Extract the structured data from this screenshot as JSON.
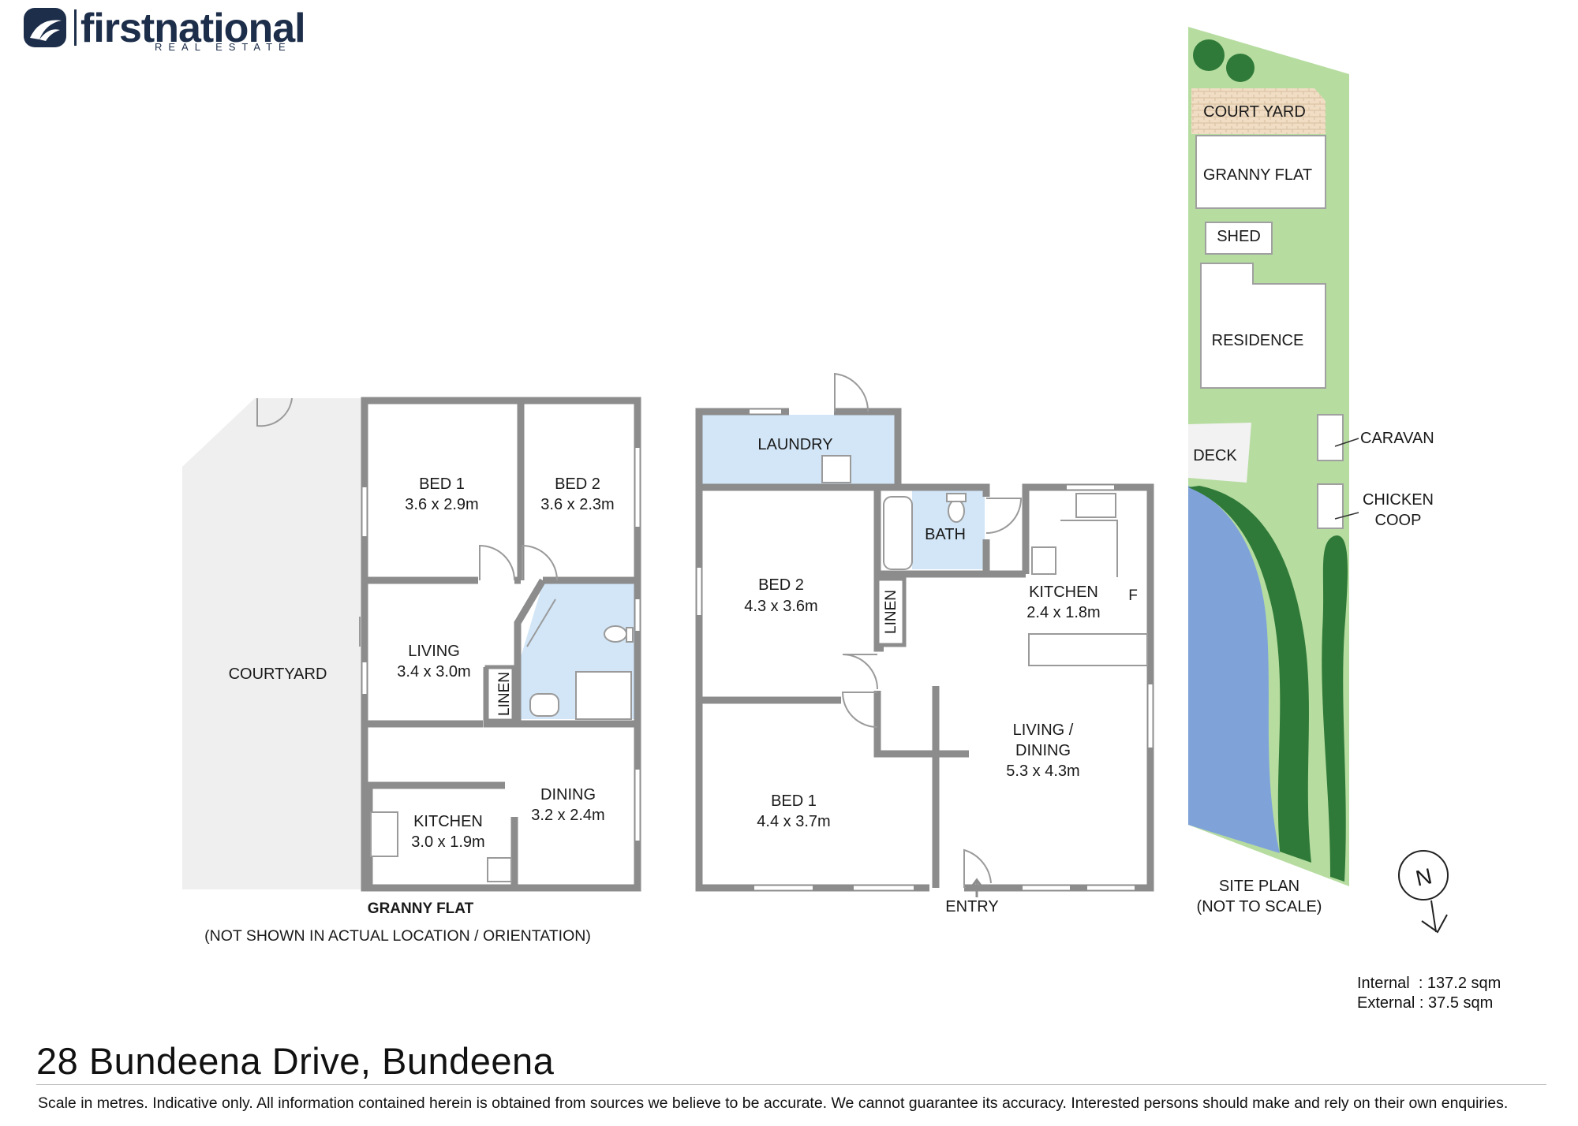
{
  "logo": {
    "main": "firstnational",
    "sub": "REAL ESTATE",
    "color": "#1d2e4a"
  },
  "granny_flat": {
    "caption": "GRANNY FLAT",
    "note": "(NOT SHOWN IN ACTUAL LOCATION / ORIENTATION)",
    "courtyard": "COURTYARD",
    "bed1": {
      "name": "BED 1",
      "size": "3.6 x 2.9m"
    },
    "bed2": {
      "name": "BED 2",
      "size": "3.6 x 2.3m"
    },
    "living": {
      "name": "LIVING",
      "size": "3.4 x 3.0m"
    },
    "linen": "LINEN",
    "dining": {
      "name": "DINING",
      "size": "3.2 x 2.4m"
    },
    "kitchen": {
      "name": "KITCHEN",
      "size": "3.0 x 1.9m"
    }
  },
  "residence": {
    "laundry": "LAUNDRY",
    "bath": "BATH",
    "linen": "LINEN",
    "bed2": {
      "name": "BED 2",
      "size": "4.3 x 3.6m"
    },
    "bed1": {
      "name": "BED 1",
      "size": "4.4 x 3.7m"
    },
    "kitchen": {
      "name": "KITCHEN",
      "size": "2.4 x 1.8m"
    },
    "fridge": "F",
    "living": {
      "line1": "LIVING /",
      "line2": "DINING",
      "size": "5.3 x 4.3m"
    },
    "entry": "ENTRY"
  },
  "site_plan": {
    "court_yard": "COURT YARD",
    "granny_flat": "GRANNY FLAT",
    "shed": "SHED",
    "residence": "RESIDENCE",
    "deck": "DECK",
    "caravan": "CARAVAN",
    "chicken_line1": "CHICKEN",
    "chicken_line2": "COOP",
    "caption_line1": "SITE PLAN",
    "caption_line2": "(NOT TO SCALE)",
    "north": "N"
  },
  "areas": {
    "internal": "Internal  : 137.2 sqm",
    "external": "External : 37.5 sqm"
  },
  "address": "28 Bundeena Drive, Bundeena",
  "disclaimer": "Scale in metres. Indicative only. All information contained herein is obtained from sources we believe to be accurate. We cannot guarantee its accuracy. Interested persons should make and rely on their own enquiries.",
  "colors": {
    "wall": "#8c8c8c",
    "wet_area": "#d2e6f7",
    "courtyard": "#efefef",
    "lawn": "#b6dca0",
    "water": "#7fa3d9",
    "trees": "#2f7a38"
  }
}
